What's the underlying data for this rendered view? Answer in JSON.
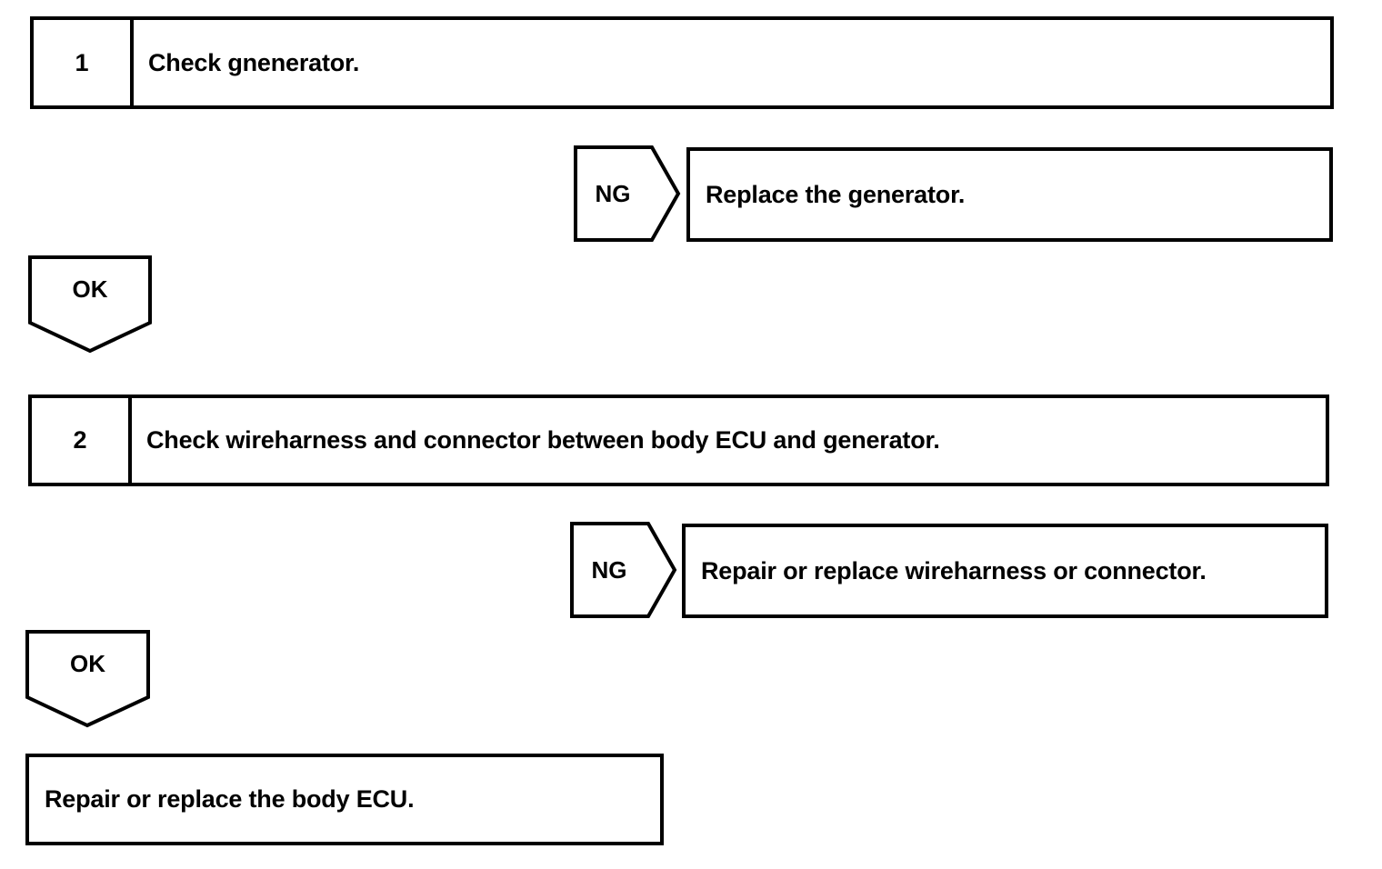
{
  "diagram": {
    "type": "troubleshooting-flowchart",
    "stroke_color": "#000000",
    "background_color": "#ffffff",
    "steps": [
      {
        "number": "1",
        "text": "Check gnenerator.",
        "result_ng": {
          "label": "NG",
          "action": "Replace the generator."
        },
        "result_ok": {
          "label": "OK"
        }
      },
      {
        "number": "2",
        "text": "Check wireharness and connector between body ECU and generator.",
        "result_ng": {
          "label": "NG",
          "action": "Repair or replace wireharness or connector."
        },
        "result_ok": {
          "label": "OK"
        }
      }
    ],
    "final_action": "Repair or replace the body ECU."
  }
}
